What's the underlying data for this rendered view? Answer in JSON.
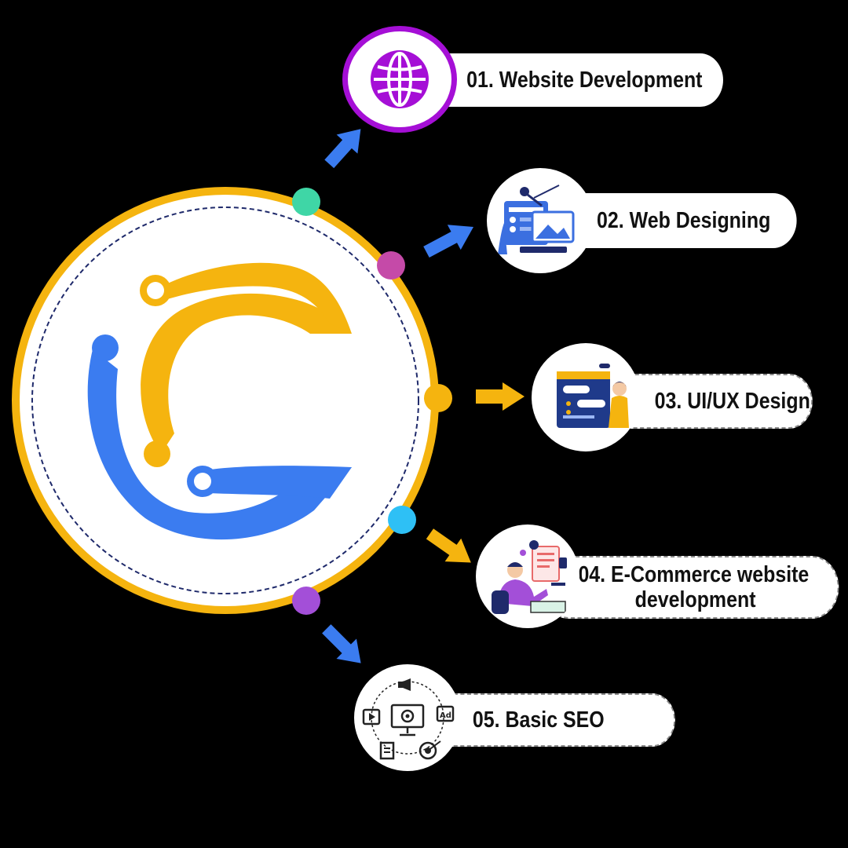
{
  "diagram": {
    "services": [
      {
        "number": "01.",
        "title": "Website Development",
        "label": "01. Website Development",
        "icon": "globe-icon",
        "node_color": "#3fd6a6",
        "arrow_color": "#3b7cf0"
      },
      {
        "number": "02.",
        "title": "Web Designing",
        "label": "02. Web Designing",
        "icon": "web-design-illustration",
        "node_color": "#c54aa8",
        "arrow_color": "#3b7cf0"
      },
      {
        "number": "03.",
        "title": "UI/UX Design",
        "label": "03. UI/UX Design",
        "icon": "uiux-illustration",
        "node_color": "#f5b40f",
        "arrow_color": "#f5b40f"
      },
      {
        "number": "04.",
        "title": "E-Commerce website development",
        "label_line1": "04. E-Commerce website",
        "label_line2": "development",
        "icon": "ecommerce-illustration",
        "node_color": "#2ec0f5",
        "arrow_color": "#f5b40f"
      },
      {
        "number": "05.",
        "title": "Basic SEO",
        "label": "05. Basic SEO",
        "icon": "seo-icon",
        "node_color": "#a34fd8",
        "arrow_color": "#3b7cf0"
      }
    ],
    "hub": {
      "logo": "c-logo",
      "ring_color": "#f5b40f",
      "dash_color": "#1f2a6b"
    },
    "colors": {
      "yellow": "#f5b40f",
      "blue": "#3b7cf0",
      "purple": "#a50fd6"
    }
  }
}
